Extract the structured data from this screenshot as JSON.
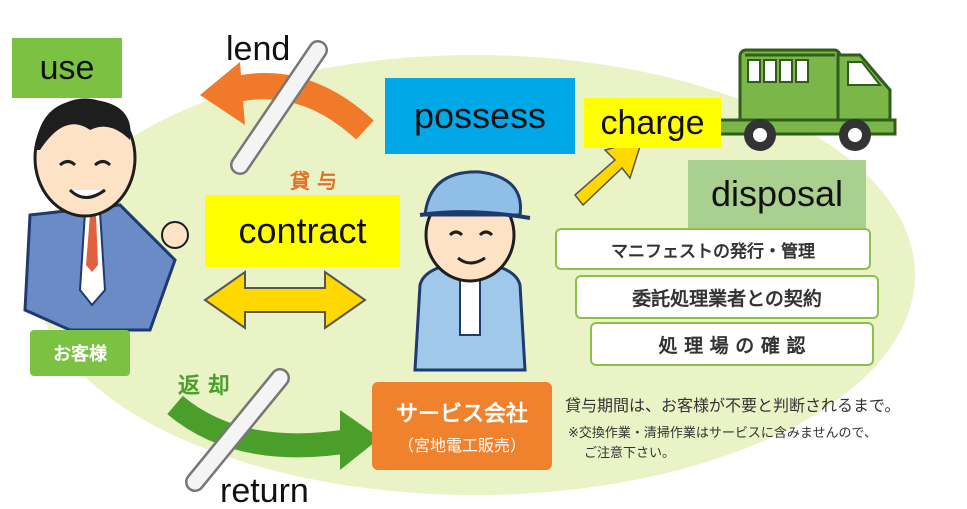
{
  "labels": {
    "use": "use",
    "lend": "lend",
    "possess": "possess",
    "charge": "charge",
    "disposal": "disposal",
    "contract": "contract",
    "return": "return"
  },
  "japanese": {
    "customer": "お客様",
    "lend_jp": "貸 与",
    "return_jp": "返 却",
    "service_company": "サービス会社",
    "company_name": "（宮地電工販売）",
    "duty_1": "マニフェストの発行・管理",
    "duty_2": "委託処理業者との契約",
    "duty_3": "処 理 場 の 確 認",
    "note_1": "貸与期間は、お客様が不要と判断されるまで。",
    "note_2": "※交換作業・清掃作業はサービスに含みませんので、",
    "note_3": "ご注意下さい。"
  },
  "colors": {
    "green_label": "#7cc242",
    "yellow_label": "#ffff00",
    "blue_label": "#00a8e8",
    "sage_label": "#a9d08e",
    "orange_arrow": "#f07a2a",
    "green_arrow": "#4a9e2a",
    "truck": "#7ab648",
    "service_box": "#f0822d"
  }
}
